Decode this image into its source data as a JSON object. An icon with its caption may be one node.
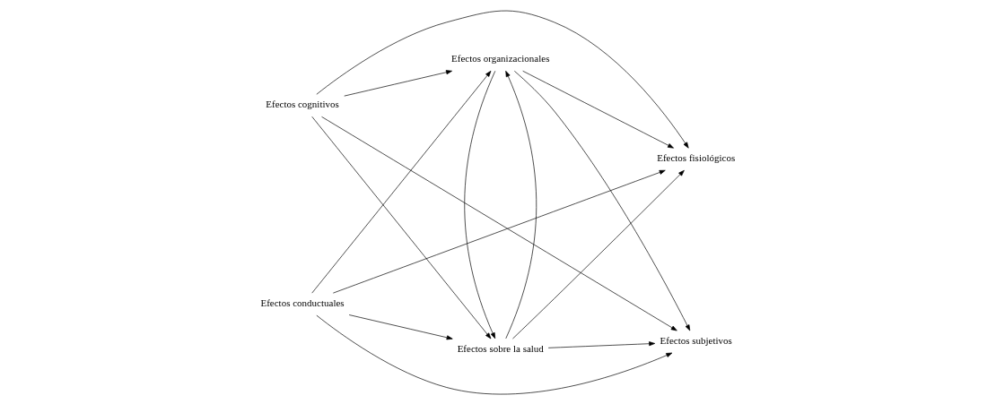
{
  "diagram": {
    "nodes": [
      {
        "text": [
          "Efectos sobre la salud"
        ]
      },
      {
        "text": [
          "Efectos cognitivos"
        ]
      },
      {
        "text": [
          "Efectos subjetivos"
        ]
      },
      {
        "text": [
          "Efectos conductuales"
        ]
      },
      {
        "text": [
          "Efectos fisiológicos"
        ]
      },
      {
        "text": [
          "Efectos organizacionales"
        ]
      }
    ],
    "edges": [
      {
        "from": 1,
        "to": 0,
        "arrow": "to"
      },
      {
        "from": 1,
        "to": 2,
        "arrow": "to"
      },
      {
        "from": 1,
        "to": 4,
        "arrow": "to"
      },
      {
        "from": 1,
        "to": 5,
        "arrow": "to"
      },
      {
        "from": 3,
        "to": 0,
        "arrow": "to"
      },
      {
        "from": 3,
        "to": 2,
        "arrow": "to"
      },
      {
        "from": 3,
        "to": 4,
        "arrow": "to"
      },
      {
        "from": 3,
        "to": 5,
        "arrow": "to"
      },
      {
        "from": 0,
        "to": 5,
        "arrow": "to"
      },
      {
        "from": 5,
        "to": 0,
        "arrow": "to"
      },
      {
        "from": 0,
        "to": 2,
        "arrow": "to"
      },
      {
        "from": 0,
        "to": 4,
        "arrow": "to"
      },
      {
        "from": 5,
        "to": 2,
        "arrow": "to"
      },
      {
        "from": 5,
        "to": 4,
        "arrow": "to"
      }
    ]
  }
}
